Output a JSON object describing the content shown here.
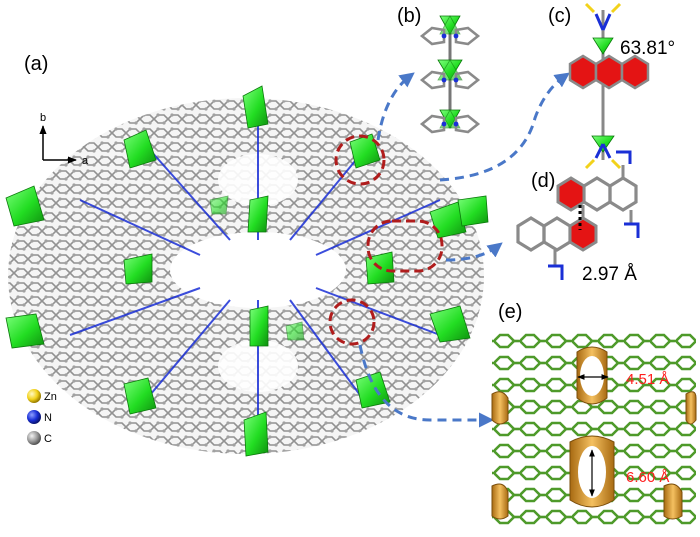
{
  "panels": {
    "a": "(a)",
    "b": "(b)",
    "c": "(c)",
    "d": "(d)",
    "e": "(e)"
  },
  "axes": {
    "b": "b",
    "a": "a"
  },
  "legend": [
    {
      "symbol": "yellow-ball",
      "label": "Zn",
      "color": "#f2d21b"
    },
    {
      "symbol": "blue-ball",
      "label": "N",
      "color": "#1a2fd6"
    },
    {
      "symbol": "gray-ball",
      "label": "C",
      "color": "#8a8a8a"
    }
  ],
  "measurements": {
    "angle": "63.81°",
    "distance": "2.97 Å",
    "pore_width": "4.51 Å",
    "pore_height": "6.60 Å"
  },
  "colors": {
    "polyhedra_green": "#22dd22",
    "framework_gray": "#9a9a9a",
    "highlight_red": "#e41414",
    "callout_dash_red": "#b01c1c",
    "arrow_blue": "#4a78c8",
    "surface_gold": "#e9a63a",
    "stick_green": "#4e9a2a"
  }
}
